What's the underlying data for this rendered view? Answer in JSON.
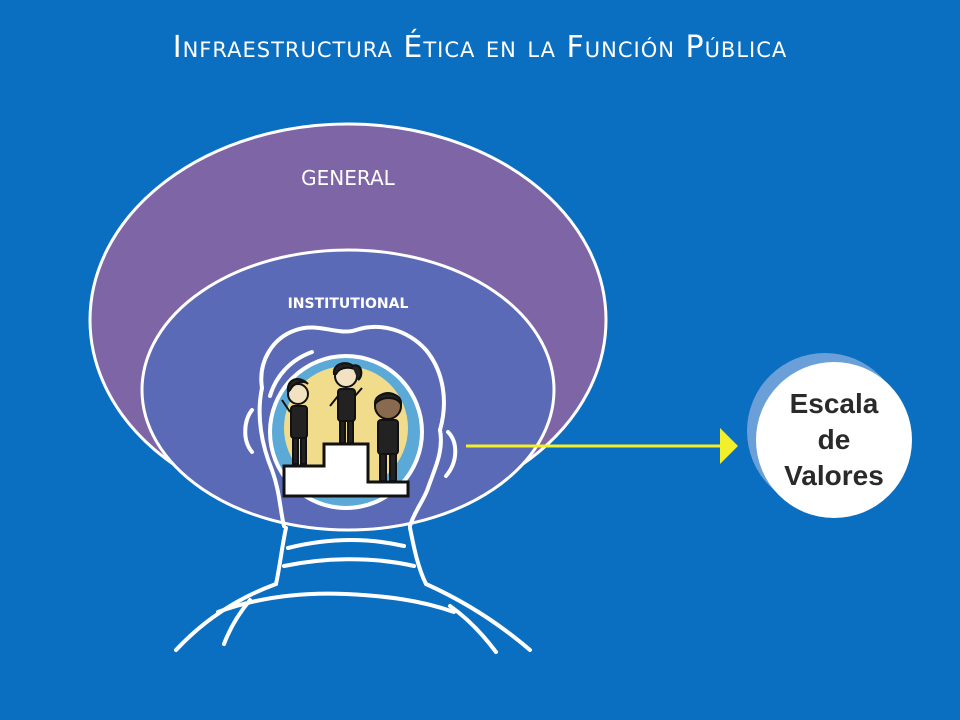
{
  "slide": {
    "title": "Infraestructura Ética en la Función Pública"
  },
  "diagram": {
    "outer_ring_label": "GENERAL",
    "inner_ring_label": "INSTITUTIONAL",
    "values_box": {
      "line1": "Escala",
      "line2": "de",
      "line3": "Valores"
    },
    "colors": {
      "background": "#0b6fc1",
      "outer_ring": "#7e65a5",
      "inner_ring": "#5a6ab6",
      "head_circle": "#5aa9d6",
      "arrow": "#f3ef2a"
    }
  }
}
